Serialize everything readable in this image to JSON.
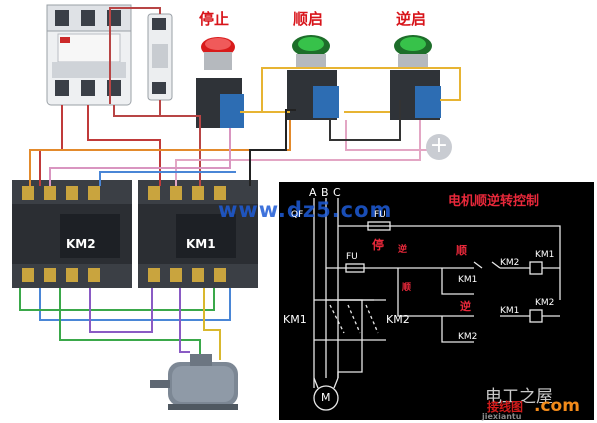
{
  "buttons": {
    "stop": "停止",
    "forward": "顺启",
    "reverse": "逆启"
  },
  "contactors": {
    "left": "KM2",
    "right": "KM1"
  },
  "watermark": "www.dz5.com",
  "schematic": {
    "title": "电机顺逆转控制",
    "phase_a": "A",
    "phase_b": "B",
    "phase_c": "C",
    "breaker": "QF",
    "fuse_top": "FU",
    "fuse_left": "FU",
    "stop": "停",
    "forward": "顺",
    "reverse": "逆",
    "reverse_small": "逆",
    "forward_small": "顺",
    "km1_contact": "KM1",
    "km2_contact": "KM2",
    "km1_coil_interlock": "KM2",
    "km1_coil": "KM1",
    "km2_coil_interlock": "KM1",
    "km2_coil": "KM2",
    "main_km1": "KM1",
    "main_km2": "KM2",
    "motor": "M"
  },
  "zoom_glyph": "+",
  "footer": {
    "brand": "电工之屋",
    "site_a": "接线图",
    "site_b": ".com",
    "site_c": "jiexiantu"
  }
}
